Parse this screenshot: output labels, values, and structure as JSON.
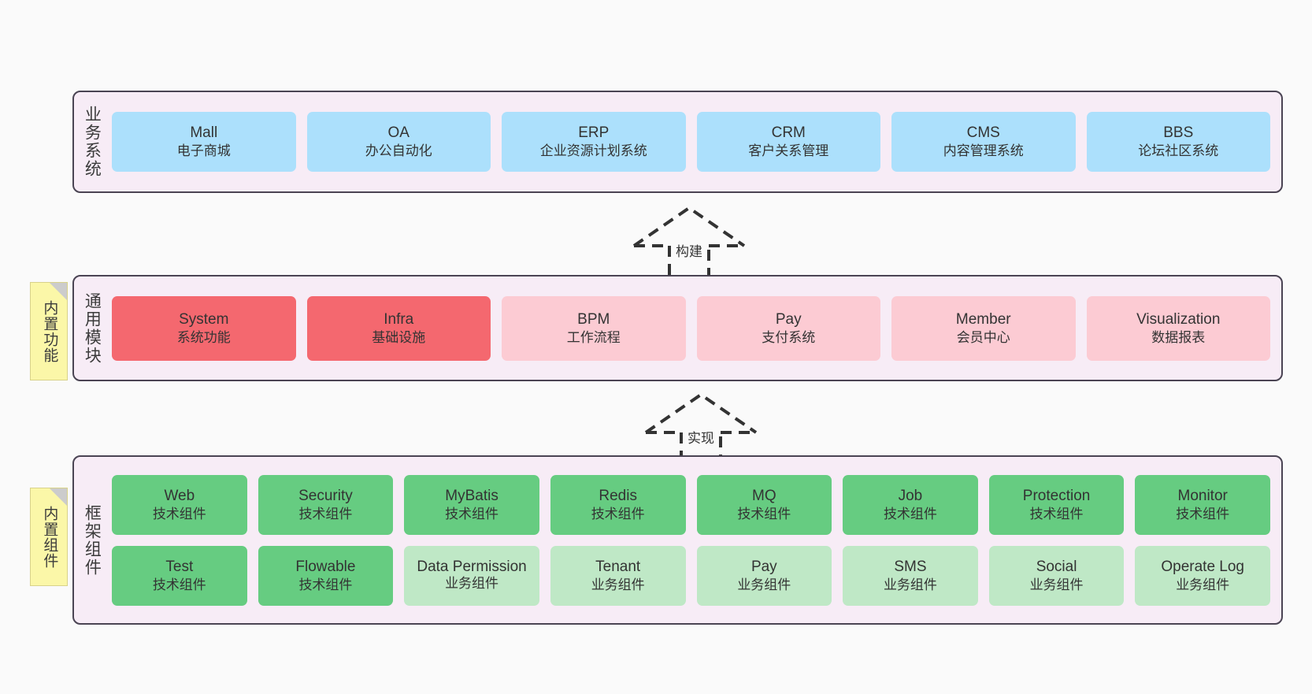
{
  "theme": {
    "canvas_bg": "#fafafa",
    "panel_bg": "#f7ecf6",
    "panel_border": "#4a4453",
    "blue": "#ace0fc",
    "red": "#f4686f",
    "pink": "#fccbd3",
    "green": "#66cc81",
    "green_light": "#bfe8c6",
    "note_bg": "#fbf7a8",
    "text": "#333333"
  },
  "layers": [
    {
      "id": "business",
      "label": "业务系统",
      "cards": [
        {
          "title": "Mall",
          "subtitle": "电子商城",
          "color": "blue"
        },
        {
          "title": "OA",
          "subtitle": "办公自动化",
          "color": "blue"
        },
        {
          "title": "ERP",
          "subtitle": "企业资源计划系统",
          "color": "blue"
        },
        {
          "title": "CRM",
          "subtitle": "客户关系管理",
          "color": "blue"
        },
        {
          "title": "CMS",
          "subtitle": "内容管理系统",
          "color": "blue"
        },
        {
          "title": "BBS",
          "subtitle": "论坛社区系统",
          "color": "blue"
        }
      ]
    },
    {
      "id": "common",
      "label": "通用模块",
      "note": "内置功能",
      "cards": [
        {
          "title": "System",
          "subtitle": "系统功能",
          "color": "red"
        },
        {
          "title": "Infra",
          "subtitle": "基础设施",
          "color": "red"
        },
        {
          "title": "BPM",
          "subtitle": "工作流程",
          "color": "pink"
        },
        {
          "title": "Pay",
          "subtitle": "支付系统",
          "color": "pink"
        },
        {
          "title": "Member",
          "subtitle": "会员中心",
          "color": "pink"
        },
        {
          "title": "Visualization",
          "subtitle": "数据报表",
          "color": "pink"
        }
      ]
    },
    {
      "id": "framework",
      "label": "框架组件",
      "note": "内置组件",
      "rows": [
        [
          {
            "title": "Web",
            "subtitle": "技术组件",
            "color": "green"
          },
          {
            "title": "Security",
            "subtitle": "技术组件",
            "color": "green"
          },
          {
            "title": "MyBatis",
            "subtitle": "技术组件",
            "color": "green"
          },
          {
            "title": "Redis",
            "subtitle": "技术组件",
            "color": "green"
          },
          {
            "title": "MQ",
            "subtitle": "技术组件",
            "color": "green"
          },
          {
            "title": "Job",
            "subtitle": "技术组件",
            "color": "green"
          },
          {
            "title": "Protection",
            "subtitle": "技术组件",
            "color": "green"
          },
          {
            "title": "Monitor",
            "subtitle": "技术组件",
            "color": "green"
          }
        ],
        [
          {
            "title": "Test",
            "subtitle": "技术组件",
            "color": "green"
          },
          {
            "title": "Flowable",
            "subtitle": "技术组件",
            "color": "green"
          },
          {
            "title": "Data Permission",
            "subtitle": "业务组件",
            "color": "green_light"
          },
          {
            "title": "Tenant",
            "subtitle": "业务组件",
            "color": "green_light"
          },
          {
            "title": "Pay",
            "subtitle": "业务组件",
            "color": "green_light"
          },
          {
            "title": "SMS",
            "subtitle": "业务组件",
            "color": "green_light"
          },
          {
            "title": "Social",
            "subtitle": "业务组件",
            "color": "green_light"
          },
          {
            "title": "Operate Log",
            "subtitle": "业务组件",
            "color": "green_light"
          }
        ]
      ]
    }
  ],
  "connectors": [
    {
      "id": "build",
      "label": "构建"
    },
    {
      "id": "implement",
      "label": "实现"
    }
  ]
}
